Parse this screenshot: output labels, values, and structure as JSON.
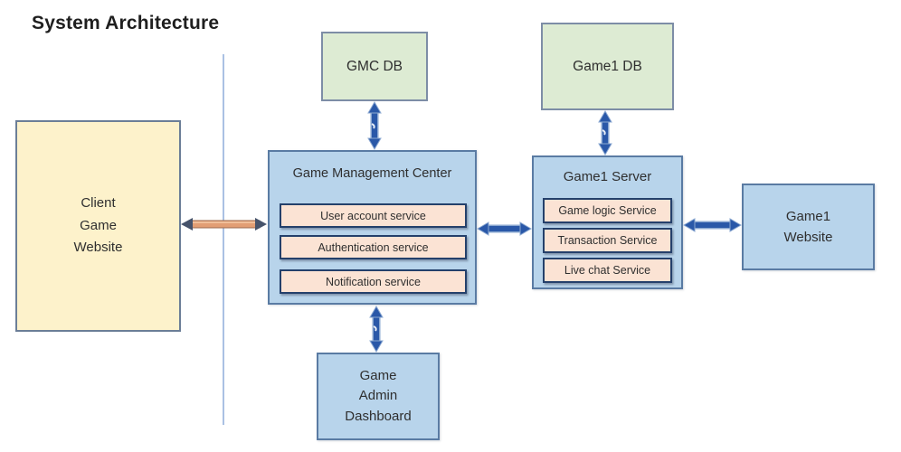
{
  "title": "System Architecture",
  "colors": {
    "background": "#ffffff",
    "db_box_fill": "#ddebd3",
    "db_box_border": "#7d8da6",
    "client_box_fill": "#fdf2cb",
    "client_box_border": "#6b7e97",
    "blue_box_fill": "#b8d4eb",
    "blue_box_border": "#5a7ba3",
    "service_box_fill": "#fbe3d4",
    "service_box_border": "#24406b",
    "blue_arrow": "#2a58a8",
    "blue_arrow_halo": "#8aa7d0",
    "orange_arrow_shaft": "#e29e74",
    "orange_arrow_heads": "#46536b",
    "divider_line": "#aac1e3",
    "text": "#2f2f2f"
  },
  "nodes": {
    "client": {
      "lines": [
        "Client",
        "Game",
        "Website"
      ]
    },
    "gmc_db": {
      "label": "GMC DB"
    },
    "game1_db": {
      "label": "Game1 DB"
    },
    "gmc": {
      "title": "Game Management Center",
      "services": [
        "User account service",
        "Authentication service",
        "Notification service"
      ]
    },
    "game1_server": {
      "title": "Game1 Server",
      "services": [
        "Game logic Service",
        "Transaction Service",
        "Live chat Service"
      ]
    },
    "game1_website": {
      "lines": [
        "Game1",
        "Website"
      ]
    },
    "dashboard": {
      "lines": [
        "Game",
        "Admin",
        "Dashboard"
      ]
    }
  }
}
